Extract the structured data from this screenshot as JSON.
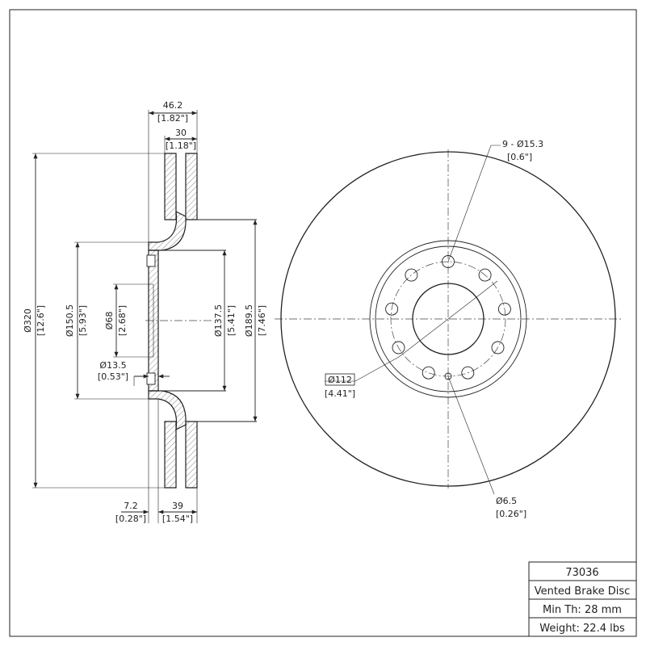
{
  "title_block": {
    "part_number": "73036",
    "description": "Vented Brake Disc",
    "min_thickness": "Min Th: 28 mm",
    "weight": "Weight: 22.4 lbs"
  },
  "side_view": {
    "overall_width": {
      "mm": "46.2",
      "inch": "[1.82\"]"
    },
    "rotor_thickness": {
      "mm": "30",
      "inch": "[1.18\"]"
    },
    "outer_diameter": {
      "mm": "Ø320",
      "inch": "[12.6\"]"
    },
    "hat_diameter": {
      "mm": "Ø150.5",
      "inch": "[5.93\"]"
    },
    "center_bore": {
      "mm": "Ø68",
      "inch": "[2.68\"]"
    },
    "hub_thickness": {
      "mm": "Ø13.5",
      "inch": "[0.53\"]"
    },
    "inner_friction_diameter": {
      "mm": "Ø137.5",
      "inch": "[5.41\"]"
    },
    "hat_outer_diameter": {
      "mm": "Ø189.5",
      "inch": "[7.46\"]"
    },
    "flange_offset": {
      "mm": "7.2",
      "inch": "[0.28\"]"
    },
    "hat_height": {
      "mm": "39",
      "inch": "[1.54\"]"
    }
  },
  "front_view": {
    "bolt_holes": {
      "mm": "9 - Ø15.3",
      "inch": "[0.6\"]"
    },
    "bolt_circle": {
      "mm": "Ø112",
      "inch": "[4.41\"]"
    },
    "locator_hole": {
      "mm": "Ø6.5",
      "inch": "[0.26\"]"
    }
  }
}
